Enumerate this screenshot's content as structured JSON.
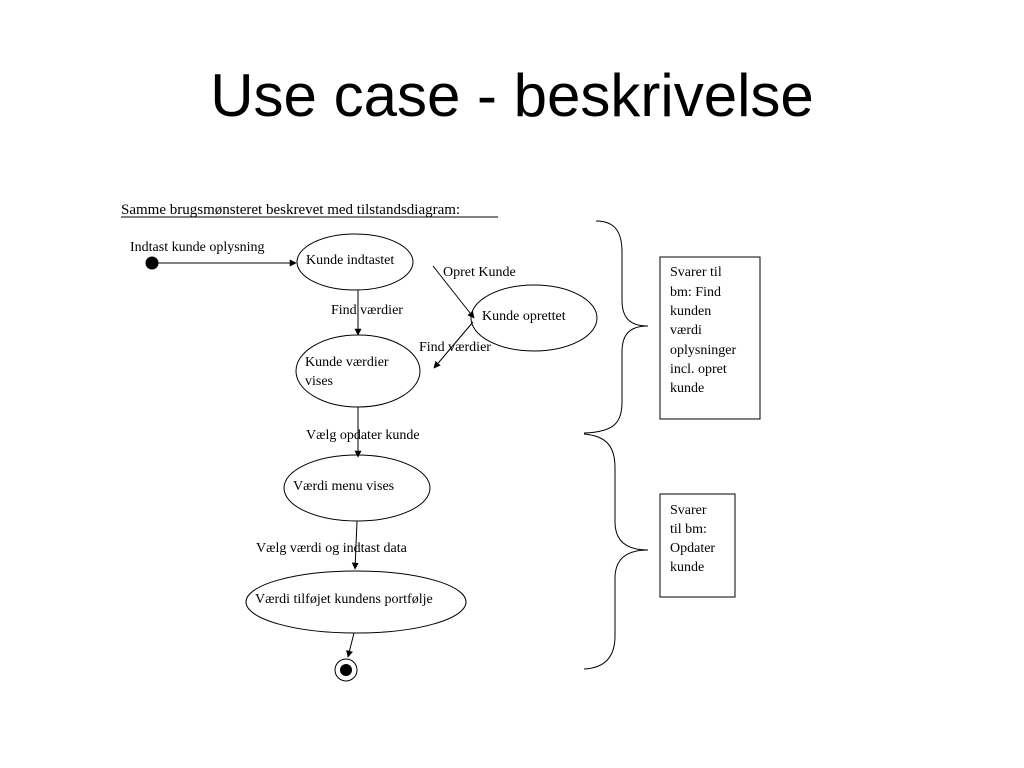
{
  "slide": {
    "title": "Use case - beskrivelse"
  },
  "diagram": {
    "caption": "Samme brugsmønsteret beskrevet med tilstandsdiagram:",
    "states": {
      "kunde_indtastet": "Kunde indtastet",
      "kunde_oprettet": "Kunde oprettet",
      "kunde_vaerdier_line1": "Kunde værdier",
      "kunde_vaerdier_line2": "vises",
      "vaerdi_menu": "Værdi menu vises",
      "vaerdi_tilfoejet": "Værdi tilføjet kundens portfølje"
    },
    "transitions": {
      "indtast": "Indtast kunde oplysning",
      "opret_kunde": "Opret Kunde",
      "find_vaerdier_1": "Find værdier",
      "find_vaerdier_2": "Find værdier",
      "vaelg_opdater": "Vælg opdater kunde",
      "vaelg_vaerdi": "Vælg værdi og indtast data"
    },
    "notes": {
      "note1": [
        "Svarer til",
        "bm: Find",
        "kunden",
        "værdi",
        "oplysninger",
        "incl. opret",
        "kunde"
      ],
      "note2": [
        "Svarer",
        "til bm:",
        "Opdater",
        "kunde"
      ]
    }
  }
}
